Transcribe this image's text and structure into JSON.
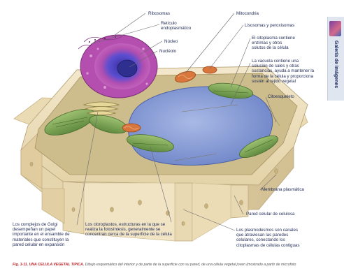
{
  "labels": {
    "ribosomas": "Ribosomas",
    "reticulo": [
      "Retículo",
      "endoplasmático"
    ],
    "nucleo": "Núcleo",
    "nucleolo": "Nucléolo",
    "mitocondria": "Mitocondria",
    "lisosomas": "Lisosomas y peroxisomas",
    "citoplasma": [
      "El citoplasma contiene",
      "enzimas y otros",
      "solutos de la célula"
    ],
    "vacuola": [
      "La vacuola contiene una",
      "solución de sales y otras",
      "sustancias, ayuda a mantener la",
      "forma de la célula y proporciona",
      "sostén al tejido vegetal"
    ],
    "citoesqueleto": "Citoesqueleto",
    "membrana": "Membrana plasmática",
    "pared": "Pared celular de celulosa",
    "plasmodesmos": [
      "Los plasmodesmos son canales",
      "que atraviesan las paredes",
      "celulares, conectando los",
      "citoplasmas de células contiguas"
    ],
    "golgi": [
      "Los complejos de Golgi",
      "desempeñan un papel",
      "importante en el ensamble de",
      "materiales que constituyen la",
      "pared celular en expansión"
    ],
    "cloroplastos": [
      "Los cloroplastos, estructuras en la que se",
      "realiza la fotosíntesis, generalmente se",
      "concentran cerca de la superficie de la célula"
    ]
  },
  "side_tab": {
    "text": "Galería de imágenes",
    "swatch_colors": [
      "#7b3fa0",
      "#d46a8a",
      "#3c66b8"
    ]
  },
  "caption": {
    "figure_id": "Fig. 3-11.",
    "title": "UNA CÉLULA VEGETAL TÍPICA.",
    "text": "Dibujo esquemático del interior y de parte de la superficie con su pared, de una célula vegetal joven (mostrado a partir de microfoto"
  },
  "colors": {
    "label_text": "#1f2a55",
    "leader_line": "#6b6b6b",
    "wall": "#efe2c2",
    "wall_shade": "#d9c79c",
    "vacuole": "#8fa3d6",
    "nucleus": "#b44fb0",
    "nucleolus": "#2f2f8f",
    "chloroplast": "#7fa65a",
    "mitochondria": "#d8763c",
    "cytoplasm": "#c9b98a",
    "caption_title": "#c0262d"
  }
}
